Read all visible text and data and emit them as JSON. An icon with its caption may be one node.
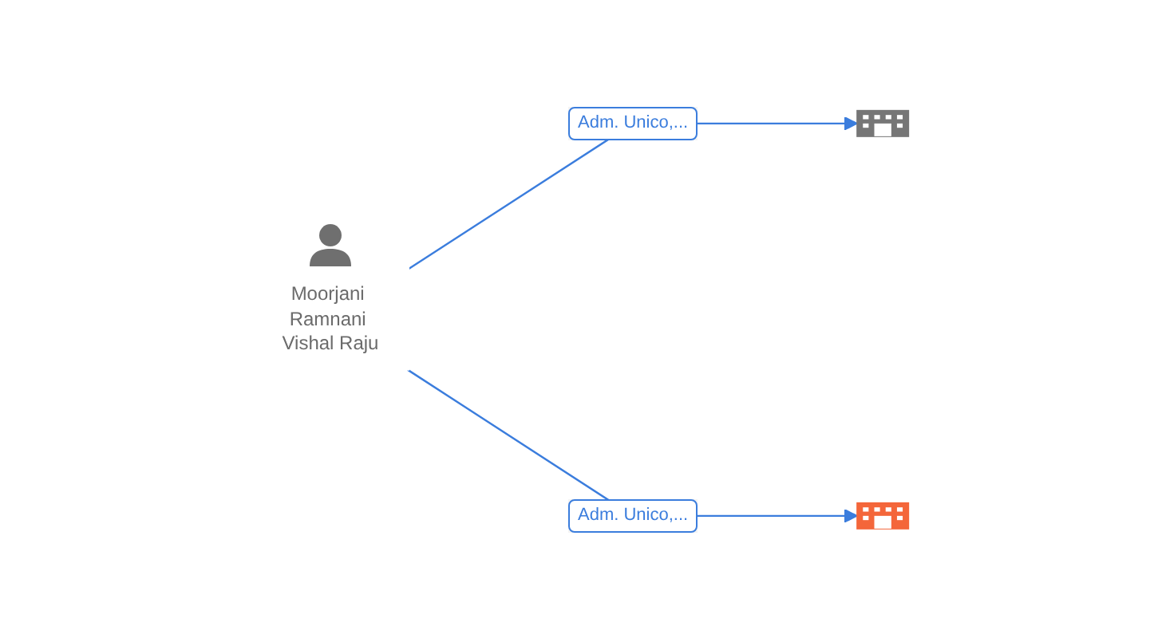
{
  "diagram": {
    "nodes": [
      {
        "text": [
          "Moorjani Ramnani Vishal Raju"
        ]
      },
      {
        "text": [],
        "shape": "picture"
      },
      {
        "text": [],
        "shape": "picture"
      }
    ],
    "edges": [
      {
        "from": 0,
        "to": 1,
        "arrow": "to",
        "label": "Adm. Unico,..."
      },
      {
        "from": 0,
        "to": 2,
        "arrow": "to",
        "label": "Adm. Unico,..."
      }
    ]
  }
}
